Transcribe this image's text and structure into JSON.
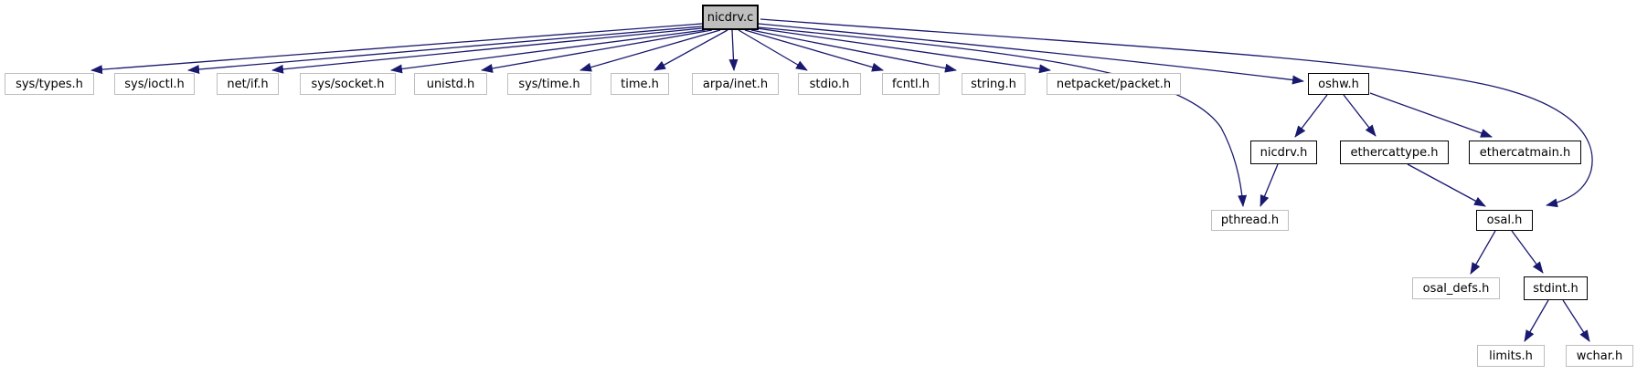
{
  "diagram": {
    "kind": "include-dependency-graph",
    "root_file": "nicdrv.c",
    "edge_color": "#191970",
    "root_fill": "#bfbfbf",
    "plain_border": "#bebebe",
    "linked_border": "#000000",
    "nodes": [
      {
        "id": "nicdrv-c",
        "label": "nicdrv.c",
        "kind": "root"
      },
      {
        "id": "sys-types-h",
        "label": "sys/types.h",
        "kind": "plain"
      },
      {
        "id": "sys-ioctl-h",
        "label": "sys/ioctl.h",
        "kind": "plain"
      },
      {
        "id": "net-if-h",
        "label": "net/if.h",
        "kind": "plain"
      },
      {
        "id": "sys-socket-h",
        "label": "sys/socket.h",
        "kind": "plain"
      },
      {
        "id": "unistd-h",
        "label": "unistd.h",
        "kind": "plain"
      },
      {
        "id": "sys-time-h",
        "label": "sys/time.h",
        "kind": "plain"
      },
      {
        "id": "time-h",
        "label": "time.h",
        "kind": "plain"
      },
      {
        "id": "arpa-inet-h",
        "label": "arpa/inet.h",
        "kind": "plain"
      },
      {
        "id": "stdio-h",
        "label": "stdio.h",
        "kind": "plain"
      },
      {
        "id": "fcntl-h",
        "label": "fcntl.h",
        "kind": "plain"
      },
      {
        "id": "string-h",
        "label": "string.h",
        "kind": "plain"
      },
      {
        "id": "netpacket-packet-h",
        "label": "netpacket/packet.h",
        "kind": "plain"
      },
      {
        "id": "oshw-h",
        "label": "oshw.h",
        "kind": "linked"
      },
      {
        "id": "nicdrv-h",
        "label": "nicdrv.h",
        "kind": "linked"
      },
      {
        "id": "ethercattype-h",
        "label": "ethercattype.h",
        "kind": "linked"
      },
      {
        "id": "ethercatmain-h",
        "label": "ethercatmain.h",
        "kind": "linked"
      },
      {
        "id": "pthread-h",
        "label": "pthread.h",
        "kind": "plain"
      },
      {
        "id": "osal-h",
        "label": "osal.h",
        "kind": "linked"
      },
      {
        "id": "osal-defs-h",
        "label": "osal_defs.h",
        "kind": "plain"
      },
      {
        "id": "stdint-h",
        "label": "stdint.h",
        "kind": "linked"
      },
      {
        "id": "limits-h",
        "label": "limits.h",
        "kind": "plain"
      },
      {
        "id": "wchar-h",
        "label": "wchar.h",
        "kind": "plain"
      }
    ],
    "edges": [
      {
        "from": "nicdrv.c",
        "to": "sys/types.h"
      },
      {
        "from": "nicdrv.c",
        "to": "sys/ioctl.h"
      },
      {
        "from": "nicdrv.c",
        "to": "net/if.h"
      },
      {
        "from": "nicdrv.c",
        "to": "sys/socket.h"
      },
      {
        "from": "nicdrv.c",
        "to": "unistd.h"
      },
      {
        "from": "nicdrv.c",
        "to": "sys/time.h"
      },
      {
        "from": "nicdrv.c",
        "to": "time.h"
      },
      {
        "from": "nicdrv.c",
        "to": "arpa/inet.h"
      },
      {
        "from": "nicdrv.c",
        "to": "stdio.h"
      },
      {
        "from": "nicdrv.c",
        "to": "fcntl.h"
      },
      {
        "from": "nicdrv.c",
        "to": "string.h"
      },
      {
        "from": "nicdrv.c",
        "to": "netpacket/packet.h"
      },
      {
        "from": "nicdrv.c",
        "to": "oshw.h"
      },
      {
        "from": "nicdrv.c",
        "to": "pthread.h"
      },
      {
        "from": "nicdrv.c",
        "to": "osal.h"
      },
      {
        "from": "oshw.h",
        "to": "nicdrv.h"
      },
      {
        "from": "oshw.h",
        "to": "ethercattype.h"
      },
      {
        "from": "oshw.h",
        "to": "ethercatmain.h"
      },
      {
        "from": "nicdrv.h",
        "to": "pthread.h"
      },
      {
        "from": "ethercattype.h",
        "to": "osal.h"
      },
      {
        "from": "osal.h",
        "to": "osal_defs.h"
      },
      {
        "from": "osal.h",
        "to": "stdint.h"
      },
      {
        "from": "stdint.h",
        "to": "limits.h"
      },
      {
        "from": "stdint.h",
        "to": "wchar.h"
      }
    ]
  }
}
